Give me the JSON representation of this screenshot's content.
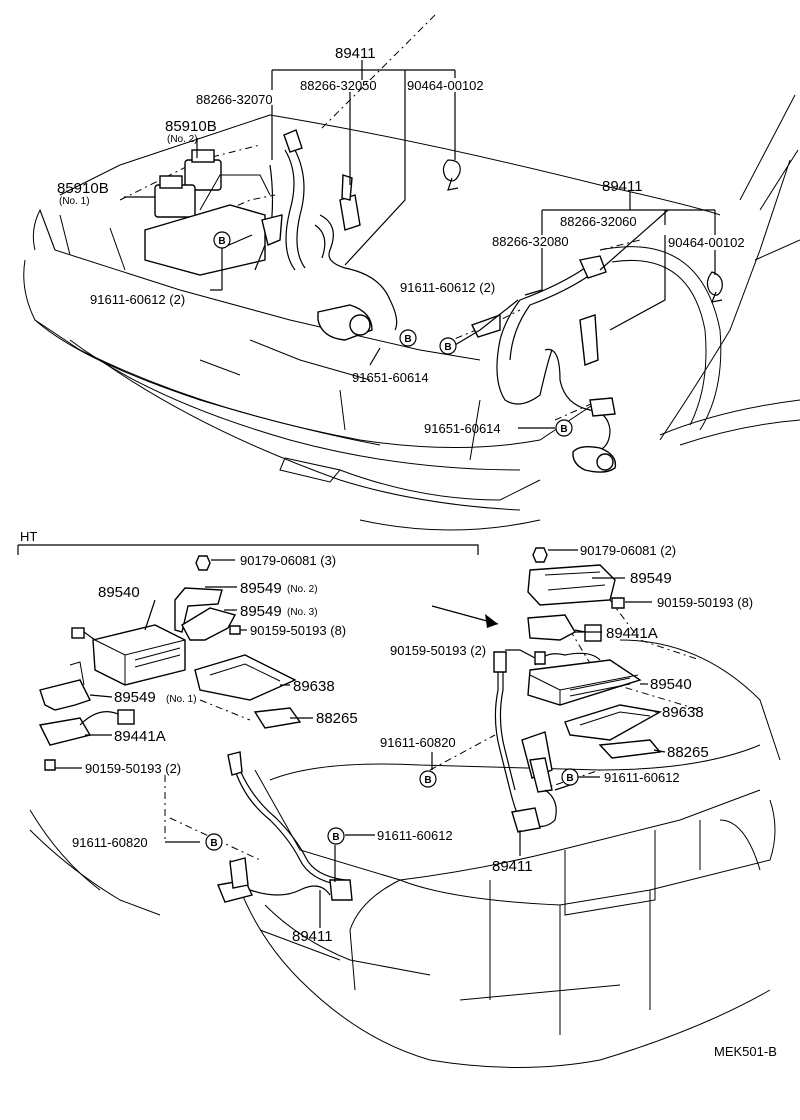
{
  "labels": {
    "p89411_top": "89411",
    "p88266_32050": "88266-32050",
    "p90464_top": "90464-00102",
    "p88266_32070": "88266-32070",
    "p85910b_no2": "85910B",
    "no2": "(No. 2)",
    "p85910b_no1": "85910B",
    "no1": "(No. 1)",
    "p91611_60612_left": "91611-60612 (2)",
    "p89411_right": "89411",
    "p88266_32060": "88266-32060",
    "p88266_32080": "88266-32080",
    "p90464_right": "90464-00102",
    "p91611_60612_mid": "91611-60612 (2)",
    "p91651_60614_a": "91651-60614",
    "p91651_60614_b": "91651-60614",
    "ht": "HT",
    "p90179_left": "90179-06081 (3)",
    "p89549_no2_num": "89549",
    "p89549_no2_tag": "(No. 2)",
    "p89540_left": "89540",
    "p89549_no3_num": "89549",
    "p89549_no3_tag": "(No. 3)",
    "p90159_left_8": "90159-50193 (8)",
    "p89638_left": "89638",
    "p89549_no1_num": "89549",
    "p89549_no1_tag": "(No. 1)",
    "p88265_left": "88265",
    "p89441a_left": "89441A",
    "p90159_left_2": "90159-50193 (2)",
    "p91611_60820_left": "91611-60820",
    "p91611_60612_low": "91611-60612",
    "p89411_low_left": "89411",
    "p90179_right": "90179-06081 (2)",
    "p89549_right": "89549",
    "p90159_right_8": "90159-50193 (8)",
    "p89441a_right": "89441A",
    "p90159_right_2": "90159-50193 (2)",
    "p89540_right": "89540",
    "p89638_right": "89638",
    "p91611_60820_right": "91611-60820",
    "p88265_right": "88265",
    "p91611_60612_right": "91611-60612",
    "p89411_low_right": "89411",
    "code": "MEK501-B"
  },
  "bolt_marker": "B"
}
